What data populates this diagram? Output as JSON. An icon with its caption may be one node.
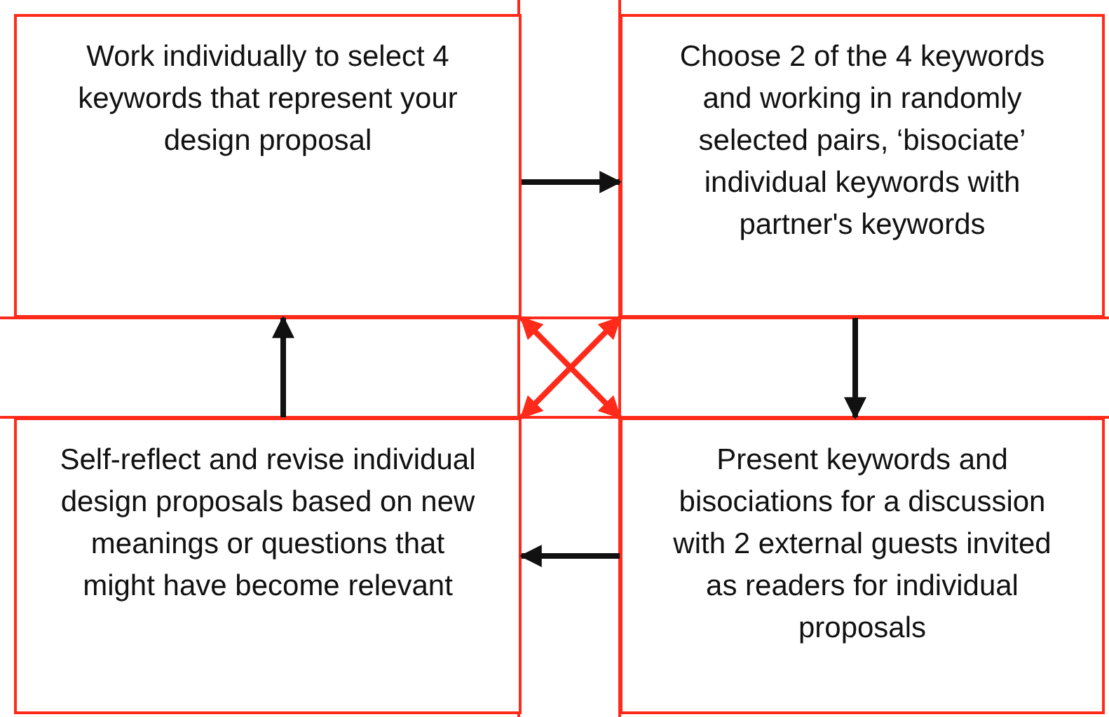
{
  "diagram": {
    "nodes": [
      {
        "text": [
          "Work individually to select 4 keywords that represent your design proposal"
        ]
      },
      {
        "text": [
          "Choose 2 of the 4 keywords and working in randomly selected pairs, ‘bisociate’ individual keywords with partner's keywords"
        ]
      },
      {
        "text": [
          "Present keywords and bisociations for a discussion with 2 external guests invited as readers for individual proposals"
        ]
      },
      {
        "text": [
          "Self-reflect and revise individual design proposals based on new meanings or questions that might have become relevant"
        ]
      }
    ],
    "edges": [
      {
        "from": 0,
        "to": 1,
        "arrow": "to"
      },
      {
        "from": 1,
        "to": 2,
        "arrow": "to"
      },
      {
        "from": 2,
        "to": 3,
        "arrow": "to"
      },
      {
        "from": 3,
        "to": 0,
        "arrow": "to"
      },
      {
        "from": 0,
        "to": 2,
        "arrow": "both",
        "color": "#ff2a1a"
      },
      {
        "from": 1,
        "to": 3,
        "arrow": "both",
        "color": "#ff2a1a"
      }
    ]
  }
}
